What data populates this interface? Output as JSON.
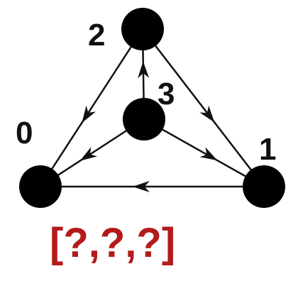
{
  "graph": {
    "nodes": [
      {
        "id": "0",
        "label": "0"
      },
      {
        "id": "1",
        "label": "1"
      },
      {
        "id": "2",
        "label": "2"
      },
      {
        "id": "3",
        "label": "3"
      }
    ],
    "edges": [
      {
        "from": "2",
        "to": "0"
      },
      {
        "from": "2",
        "to": "1"
      },
      {
        "from": "1",
        "to": "0"
      },
      {
        "from": "3",
        "to": "2"
      },
      {
        "from": "3",
        "to": "0"
      },
      {
        "from": "3",
        "to": "1"
      }
    ],
    "answer": "[?,?,?]",
    "colors": {
      "node": "#000000",
      "edge": "#111111",
      "answer": "#b31b1b"
    }
  }
}
